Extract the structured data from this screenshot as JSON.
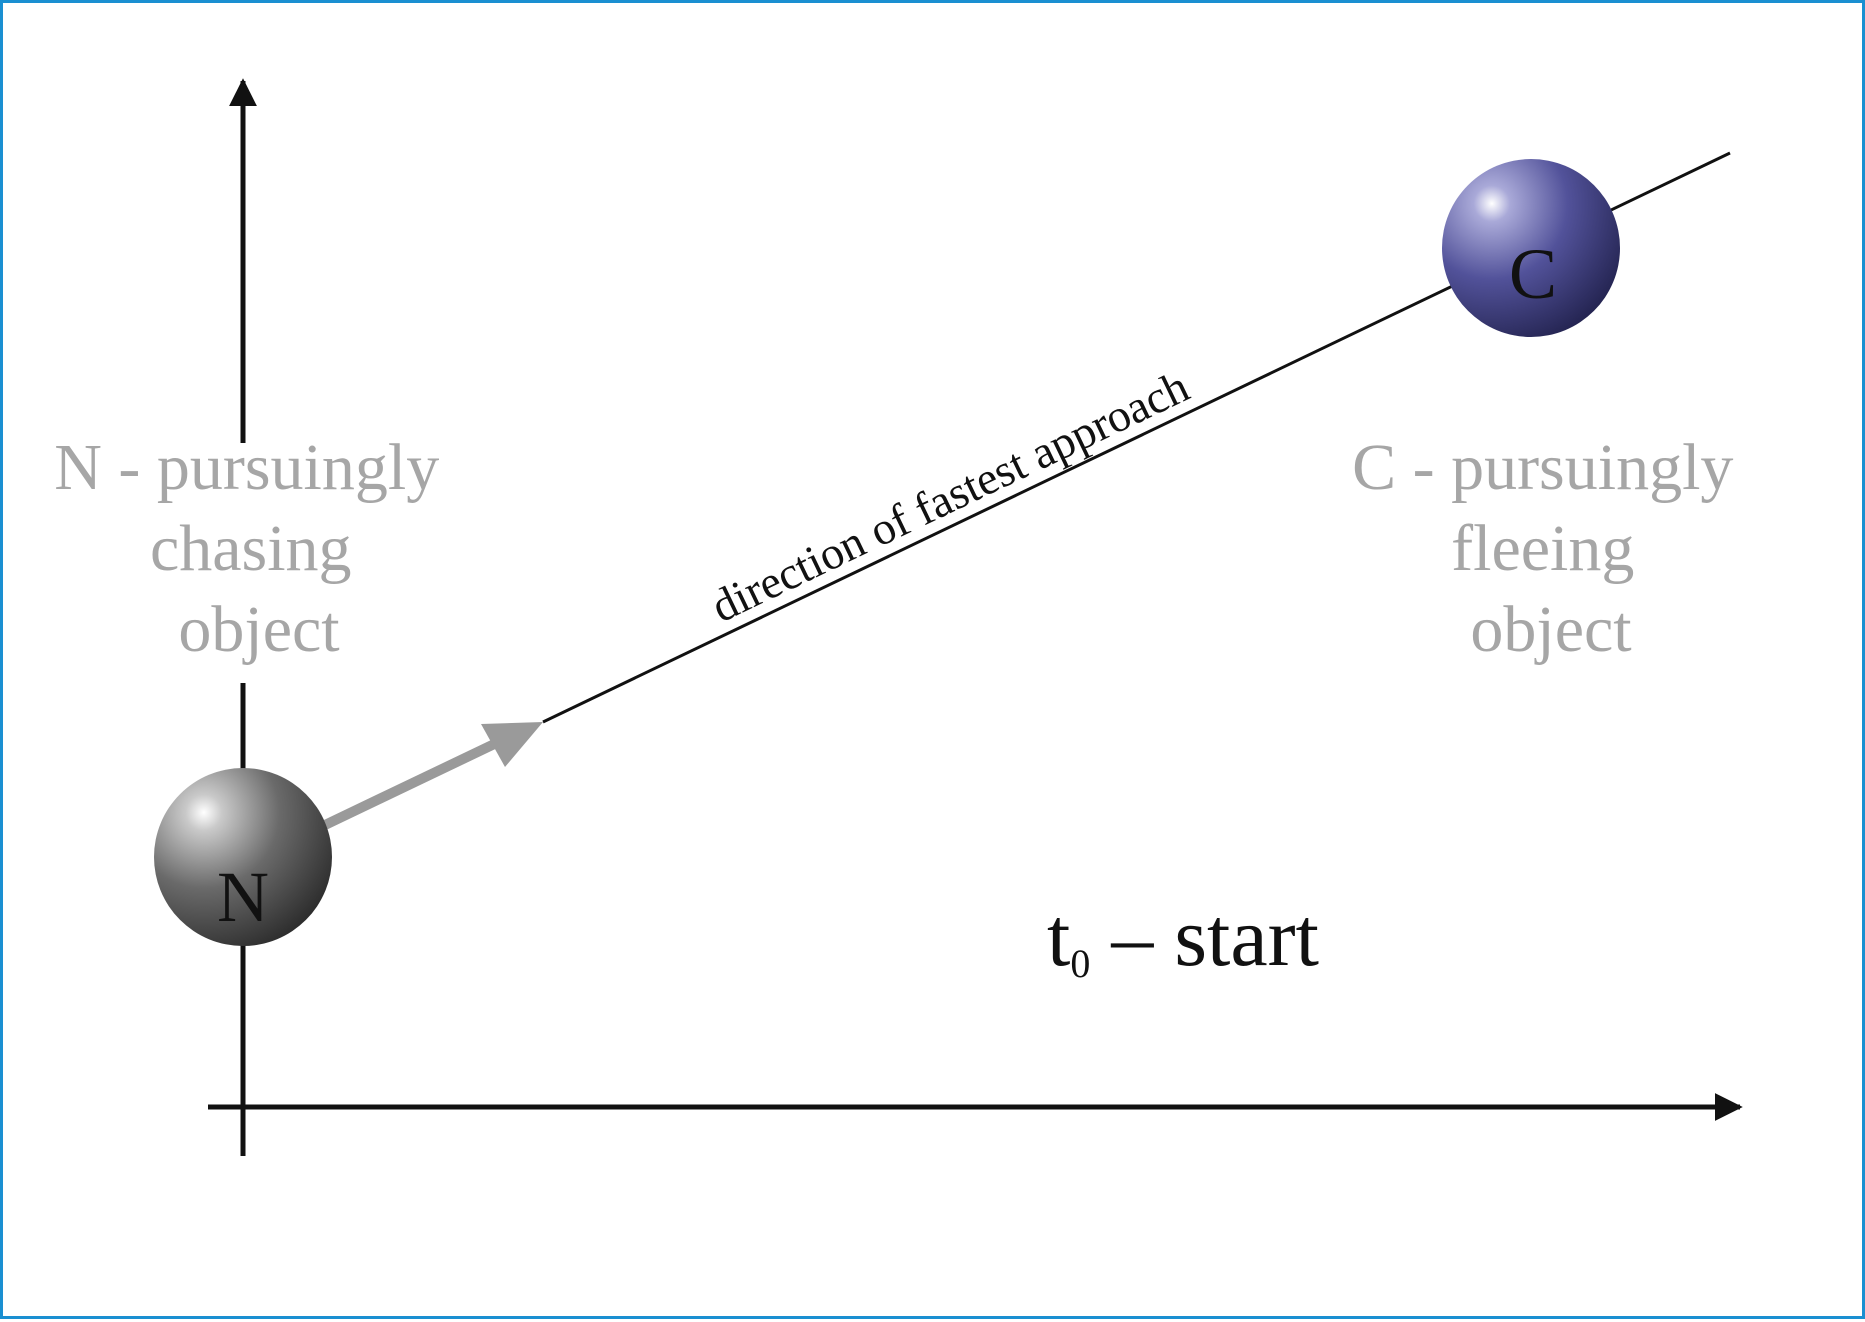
{
  "diagram": {
    "chaser": {
      "letter": "N",
      "caption_lines": [
        "N - pursuingly",
        "chasing",
        "object"
      ],
      "color": "#5a5a5a"
    },
    "fleer": {
      "letter": "C",
      "caption_lines": [
        "C - pursuingly",
        "fleeing",
        "object"
      ],
      "color": "#4a4a90"
    },
    "path_label": "direction of fastest approach",
    "time_label": {
      "symbol": "t",
      "subscript": "0",
      "rest": " – start"
    },
    "colors": {
      "frame": "#1a8fd1",
      "caption": "#a6a6a6",
      "arrow": "#9a9a9a",
      "axis": "#111111"
    }
  }
}
